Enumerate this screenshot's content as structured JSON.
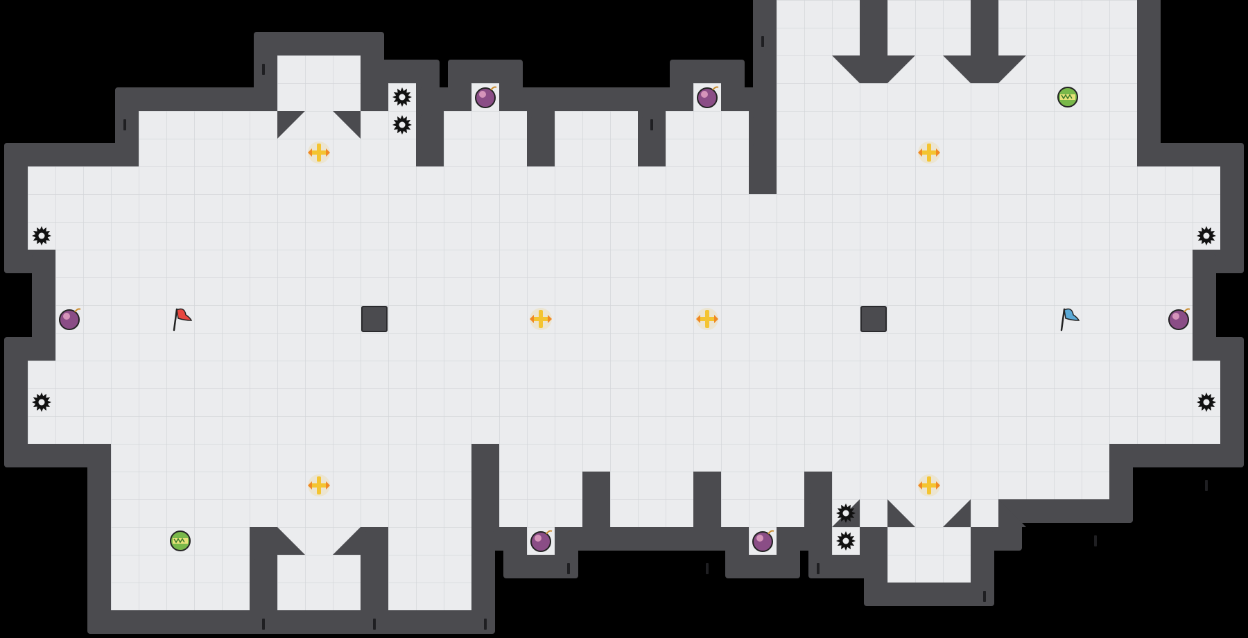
{
  "map": {
    "name": "",
    "colors": {
      "background": "#000000",
      "wall": "#4b4b4f",
      "wall_edge": "#2a2a2d",
      "wall_accent": "#1f1f22",
      "floor": "#ebecee",
      "grid_line": "#d4d6da",
      "red_team": "#e8473f",
      "blue_team": "#5aa9d6",
      "powerup_gold": "#f4c430",
      "bomb": "#8a4d86",
      "mine": "#111111",
      "boost": "#79b84a"
    },
    "icon_legend": {
      "flag": "team-flag-icon",
      "mine": "spike-mine-icon",
      "bomb": "bomb-icon",
      "boost": "speed-boost-icon",
      "powerup": "powerup-icon"
    },
    "flags": [
      {
        "team": "red",
        "col": 6,
        "row": 11
      },
      {
        "team": "blue",
        "col": 38,
        "row": 11
      }
    ],
    "mines": [
      {
        "col": 14,
        "row": 3
      },
      {
        "col": 14,
        "row": 4
      },
      {
        "col": 1,
        "row": 8
      },
      {
        "col": 43,
        "row": 8
      },
      {
        "col": 1,
        "row": 14
      },
      {
        "col": 43,
        "row": 14
      },
      {
        "col": 30,
        "row": 18
      },
      {
        "col": 30,
        "row": 19
      }
    ],
    "bombs": [
      {
        "col": 17,
        "row": 3
      },
      {
        "col": 25,
        "row": 3
      },
      {
        "col": 2,
        "row": 11
      },
      {
        "col": 42,
        "row": 11
      },
      {
        "col": 19,
        "row": 19
      },
      {
        "col": 27,
        "row": 19
      }
    ],
    "boosts": [
      {
        "col": 38,
        "row": 3
      },
      {
        "col": 6,
        "row": 19
      }
    ],
    "powerups": [
      {
        "col": 11,
        "row": 5
      },
      {
        "col": 33,
        "row": 5
      },
      {
        "col": 19,
        "row": 11
      },
      {
        "col": 25,
        "row": 11
      },
      {
        "col": 11,
        "row": 17
      },
      {
        "col": 33,
        "row": 17
      }
    ]
  }
}
